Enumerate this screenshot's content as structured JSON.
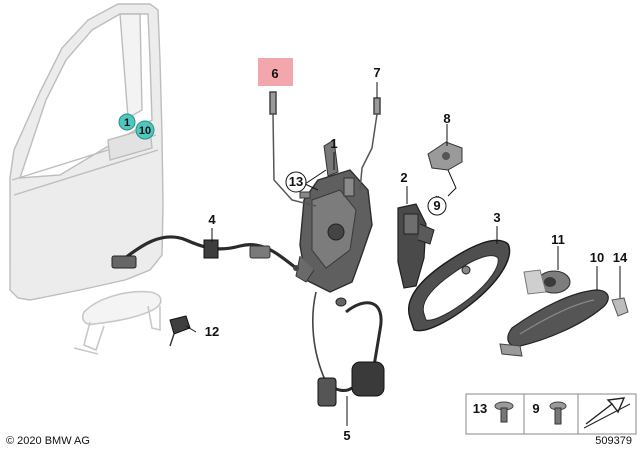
{
  "diagram": {
    "copyright": "© 2020 BMW AG",
    "figure_number": "509379",
    "highlight_color": "#f4a6ad",
    "badge_color": "#4fc7bf",
    "callouts": {
      "c1": "1",
      "c2": "2",
      "c3": "3",
      "c4": "4",
      "c5": "5",
      "c6": "6",
      "c7": "7",
      "c8": "8",
      "c9": "9",
      "c10": "10",
      "c11": "11",
      "c12": "12",
      "c13": "13",
      "c14": "14"
    },
    "door_badges": {
      "b1": "1",
      "b10": "10"
    },
    "legend": {
      "n13": "13",
      "n9": "9"
    }
  }
}
